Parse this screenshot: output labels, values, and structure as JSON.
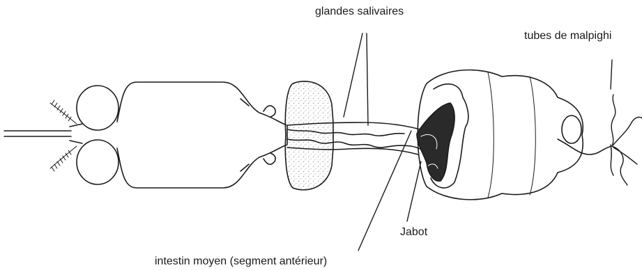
{
  "labels": {
    "salivary_glands": "glandes salivaires",
    "malpighian_tubes": "tubes de malpighi",
    "crop": "Jabot",
    "midgut": "intestin moyen (segment antérieur)"
  },
  "colors": {
    "ink": "#1a1a1a",
    "stipple": "#bdbdbd",
    "dark_tissue": "#2a2a2a"
  }
}
